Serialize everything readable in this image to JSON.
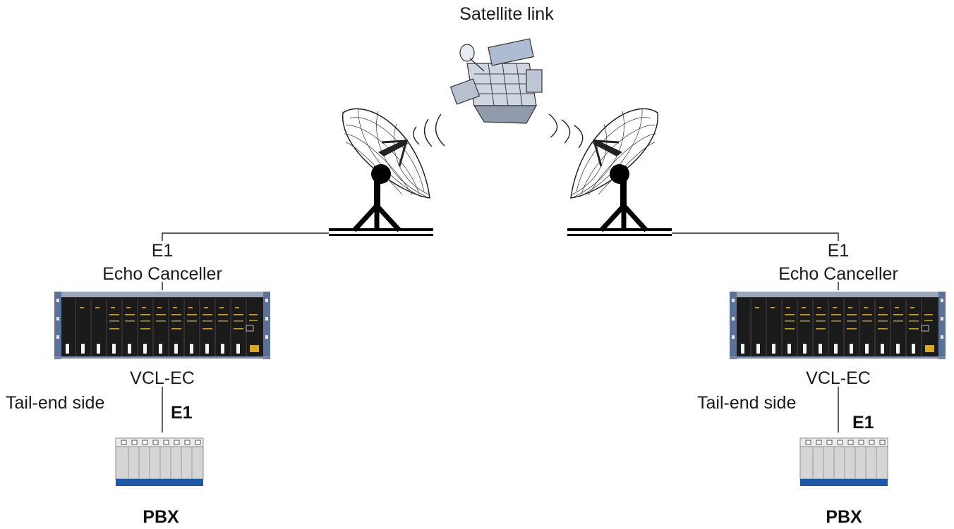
{
  "satellite": {
    "label": "Satellite link"
  },
  "left": {
    "link_label": "E1",
    "canceller_label": "Echo Canceller",
    "device_label": "VCL-EC",
    "tail_label": "Tail-end side",
    "tail_link_label": "E1",
    "pbx_label": "PBX"
  },
  "right": {
    "link_label": "E1",
    "canceller_label": "Echo Canceller",
    "device_label": "VCL-EC",
    "tail_label": "Tail-end side",
    "tail_link_label": "E1",
    "pbx_label": "PBX"
  },
  "colors": {
    "rack_frame": "#5a7198",
    "rack_body": "#1b1b1b",
    "pbx_base": "#1f57a8",
    "pbx_body": "#d5d5d5"
  }
}
